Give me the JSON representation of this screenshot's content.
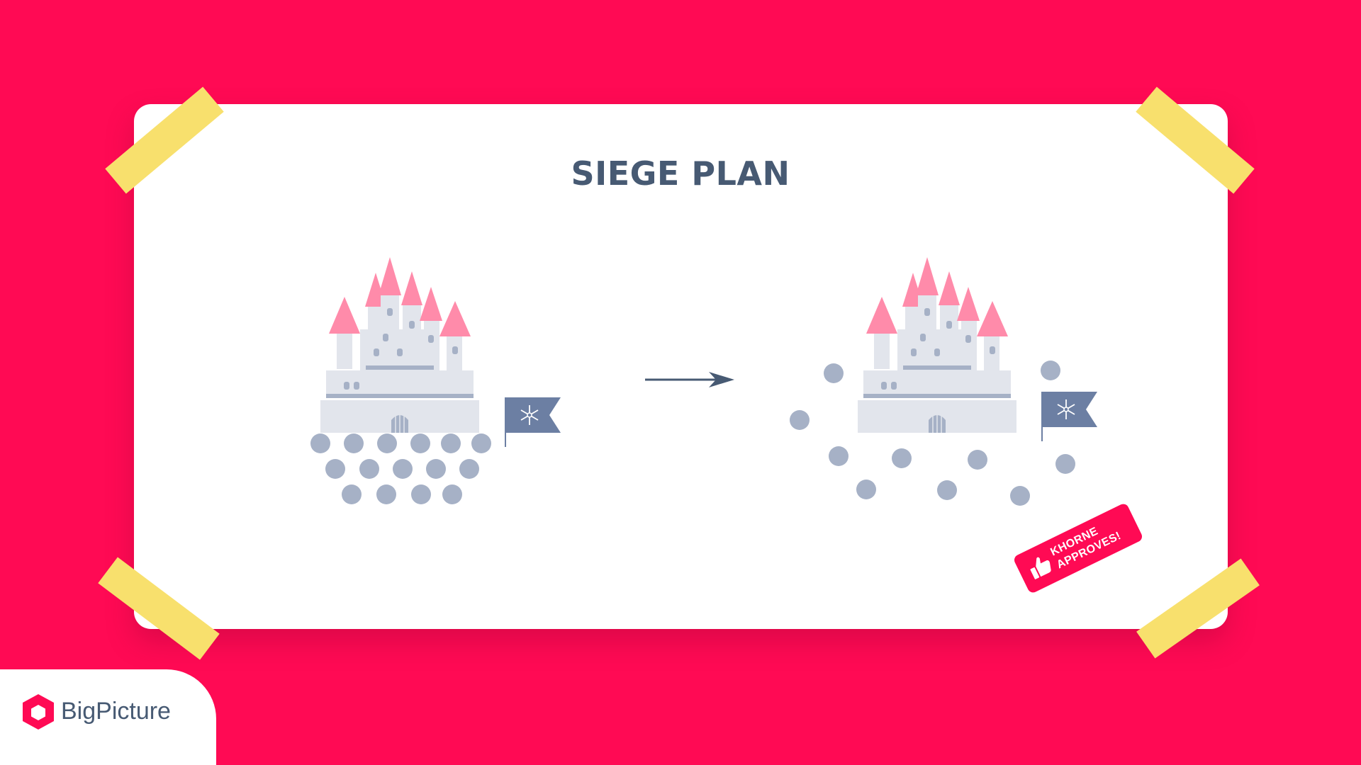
{
  "title": "SIEGE PLAN",
  "stamp": {
    "line1": "KHORNE",
    "line2": "APPROVES!"
  },
  "brand": {
    "name": "BigPicture"
  },
  "colors": {
    "background": "#FF0A54",
    "board": "#FFFFFF",
    "tape": "#F8E06D",
    "title": "#475A73",
    "castle": "#E2E5EC",
    "roof": "#FF8BAA",
    "soldier": "#A6B1C6",
    "flag": "#6C7FA3"
  },
  "icons": [
    "flag-icon",
    "arrow-icon",
    "thumbs-up-icon",
    "hexagon-logo-icon"
  ]
}
